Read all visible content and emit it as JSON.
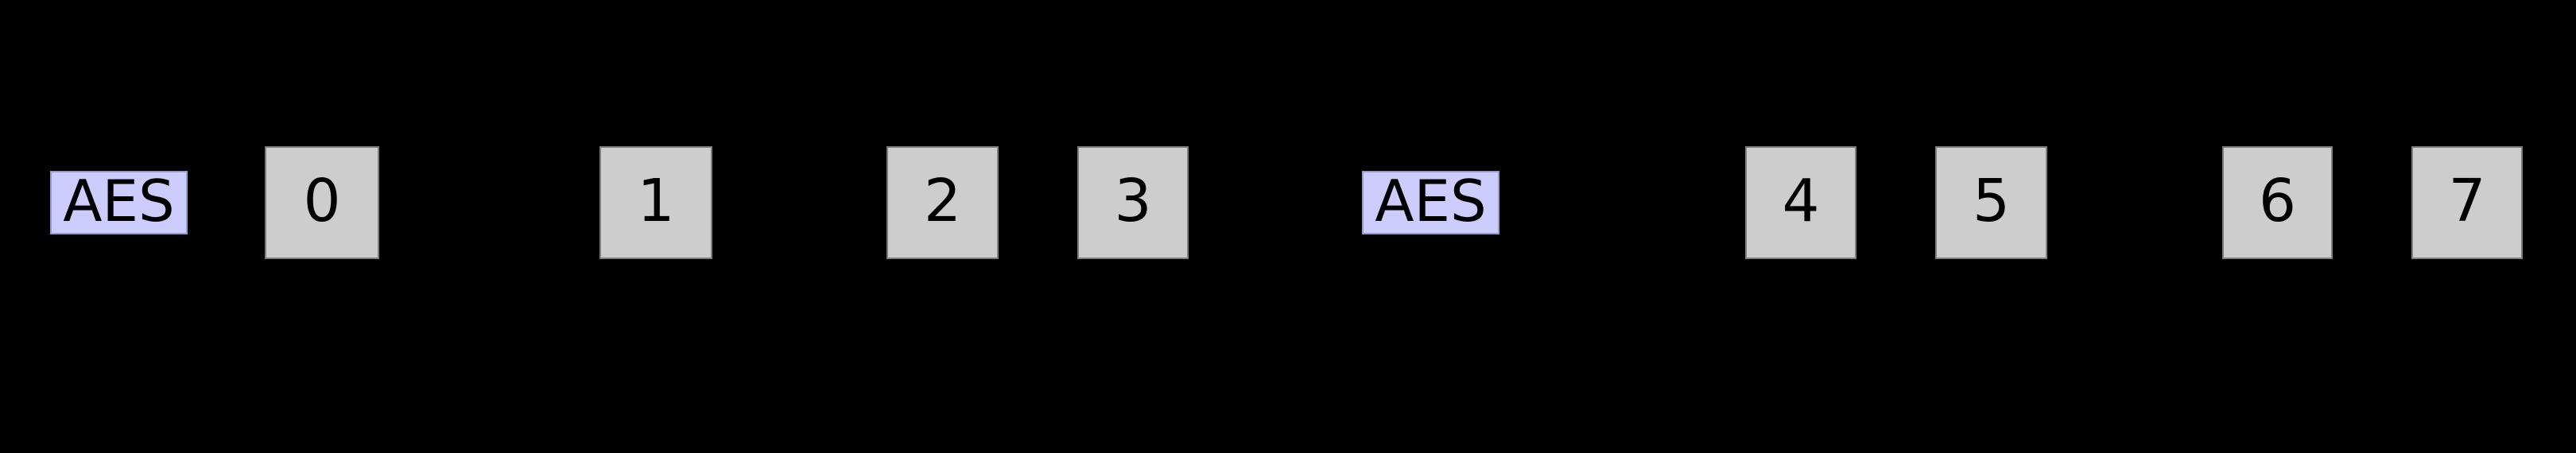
{
  "diagram": {
    "background_color": "#000000",
    "colors": {
      "aes_fill": "#ccccff",
      "aes_border": "#9a9ad0",
      "block_fill": "#cdcdcd",
      "block_border": "#7f7f7f",
      "label_text": "#000000"
    },
    "nodes": [
      {
        "id": "aes-left",
        "type": "aes",
        "label": "AES"
      },
      {
        "id": "block-0",
        "type": "block",
        "label": "0"
      },
      {
        "id": "block-1",
        "type": "block",
        "label": "1"
      },
      {
        "id": "block-2",
        "type": "block",
        "label": "2"
      },
      {
        "id": "block-3",
        "type": "block",
        "label": "3"
      },
      {
        "id": "aes-right",
        "type": "aes",
        "label": "AES"
      },
      {
        "id": "block-4",
        "type": "block",
        "label": "4"
      },
      {
        "id": "block-5",
        "type": "block",
        "label": "5"
      },
      {
        "id": "block-6",
        "type": "block",
        "label": "6"
      },
      {
        "id": "block-7",
        "type": "block",
        "label": "7"
      }
    ]
  }
}
